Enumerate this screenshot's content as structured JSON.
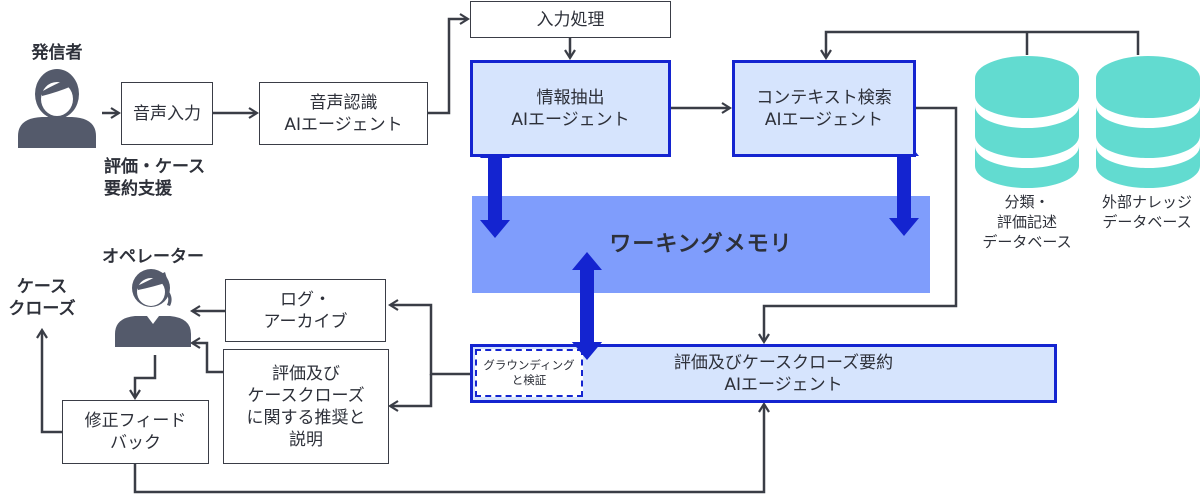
{
  "title": "評価・ケース要約支援",
  "actors": {
    "caller": {
      "label": "発信者",
      "icon": "person-icon"
    },
    "operator": {
      "label": "オペレーター",
      "icon": "headset-person-icon"
    }
  },
  "annotations": {
    "support_label": [
      "評価・ケース",
      "要約支援"
    ],
    "case_close": [
      "ケース",
      "クローズ"
    ]
  },
  "nodes": {
    "voice_input": [
      "音声入力"
    ],
    "speech_recognition": [
      "音声認識",
      "AIエージェント"
    ],
    "input_processing": [
      "入力処理"
    ],
    "info_extraction": [
      "情報抽出",
      "AIエージェント"
    ],
    "context_search": [
      "コンテキスト検索",
      "AIエージェント"
    ],
    "working_memory": "ワーキングメモリ",
    "summary_agent": [
      "評価及びケースクローズ要約",
      "AIエージェント"
    ],
    "grounding": [
      "グラウンディング",
      "と検証"
    ],
    "log_archive": [
      "ログ・",
      "アーカイブ"
    ],
    "recommendation": [
      "評価及び",
      "ケースクローズ",
      "に関する推奨と",
      "説明"
    ],
    "feedback": [
      "修正フィード",
      "バック"
    ]
  },
  "databases": [
    {
      "label": [
        "分類・",
        "評価記述",
        "データベース"
      ],
      "icon": "database-icon"
    },
    {
      "label": [
        "外部ナレッジ",
        "データベース"
      ],
      "icon": "database-icon"
    }
  ],
  "colors": {
    "agent_border": "#1424d0",
    "agent_fill": "#d6e4fd",
    "memory_fill": "#7f9dfc",
    "database_fill": "#62dbd0",
    "line": "#3a3d46",
    "icon": "#545a6b"
  }
}
